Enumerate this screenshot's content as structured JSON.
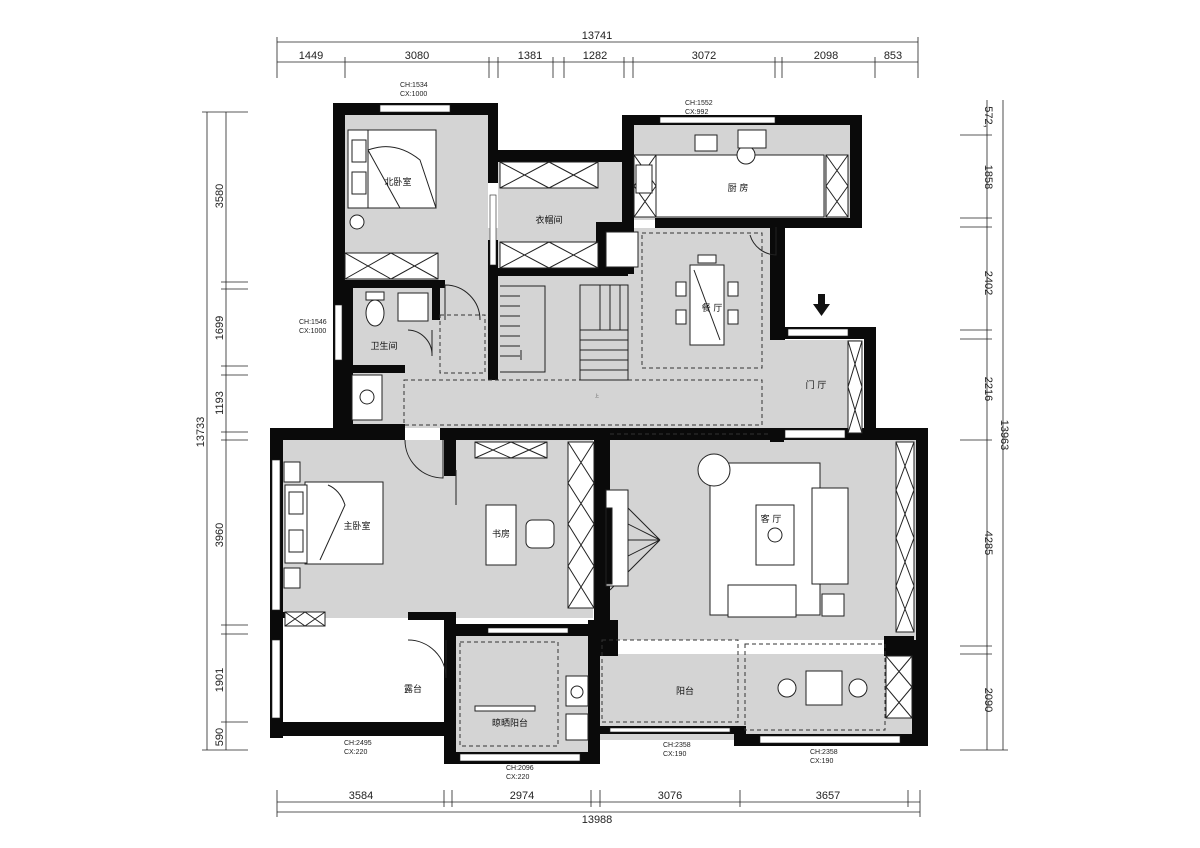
{
  "plan": {
    "top_dims": {
      "total": "13741",
      "segments": [
        "1449",
        "3080",
        "1381",
        "1282",
        "3072",
        "2098",
        "853"
      ]
    },
    "bottom_dims": {
      "total": "13988",
      "segments": [
        "3584",
        "2974",
        "3076",
        "3657"
      ]
    },
    "left_dims": {
      "total": "13733",
      "segments": [
        "3580",
        "1699",
        "1193",
        "3960",
        "1901",
        "590"
      ]
    },
    "right_dims": {
      "total": "13963",
      "segments": [
        "572,",
        "1858",
        "2402",
        "2216",
        "4285",
        "2090"
      ]
    },
    "rooms": {
      "north_bedroom": "北卧室",
      "closet": "衣帽间",
      "kitchen": "厨 房",
      "dining": "餐 厅",
      "bathroom": "卫生间",
      "foyer": "门 厅",
      "master_bedroom": "主卧室",
      "study": "书房",
      "living": "客 厅",
      "terrace": "露台",
      "drying_balcony": "晾晒阳台",
      "balcony": "阳台",
      "stair_up": "上"
    },
    "window_notes": {
      "north_bedroom": [
        "CH:1534",
        "CX:1000"
      ],
      "kitchen": [
        "CH:1552",
        "CX:992"
      ],
      "bathroom": [
        "CH:1546",
        "CX:1000"
      ],
      "terrace": [
        "CH:2495",
        "CX:220"
      ],
      "drying_balcony": [
        "CH:2096",
        "CX:220"
      ],
      "balcony": [
        "CH:2358",
        "CX:190"
      ],
      "balcony_right": [
        "CH:2358",
        "CX:190"
      ]
    }
  }
}
